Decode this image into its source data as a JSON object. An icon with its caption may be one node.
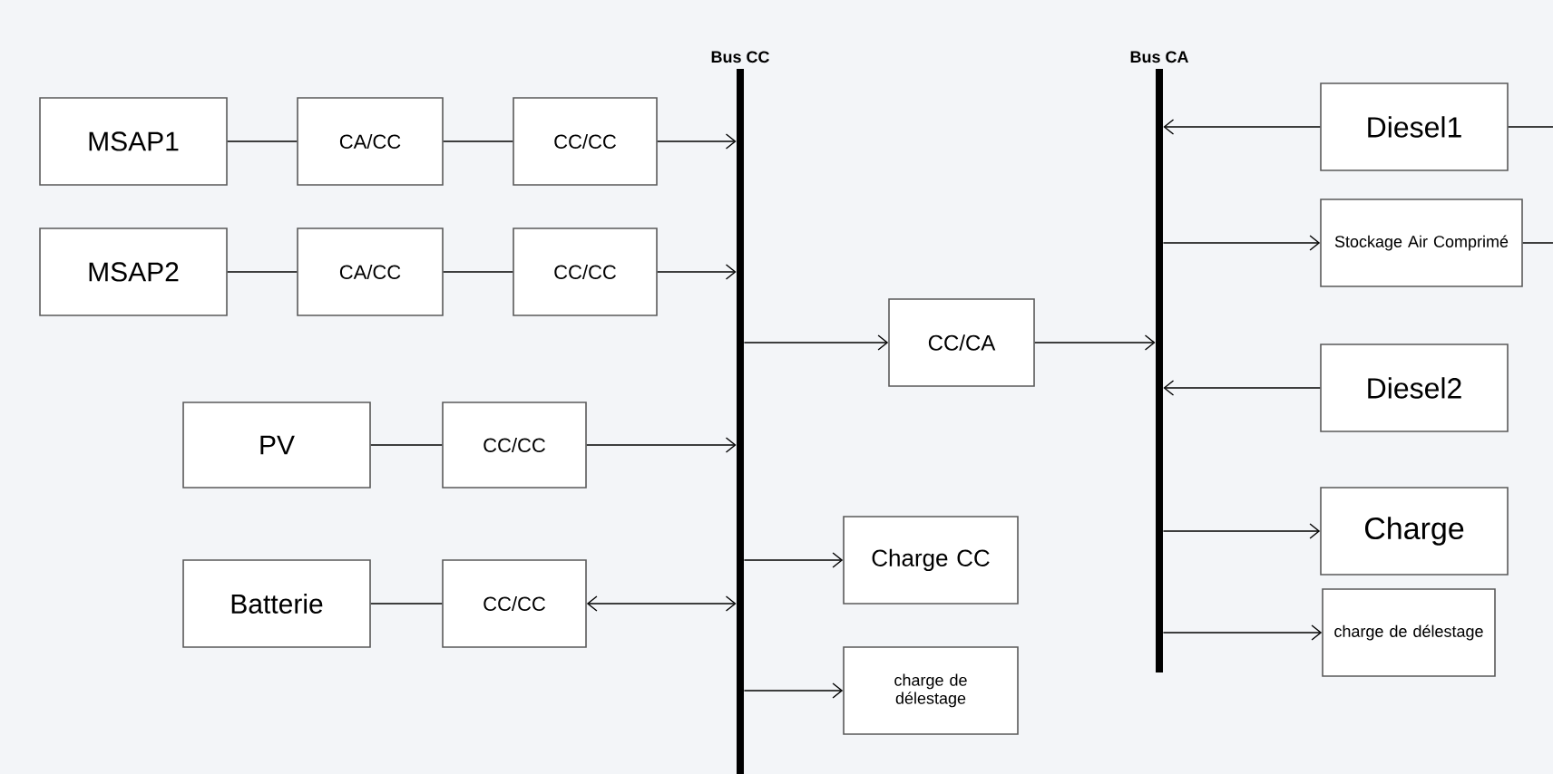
{
  "diagram": {
    "nodes": [
      {
        "text": [
          "Bus CC"
        ]
      },
      {
        "text": [
          "Bus CA"
        ]
      },
      {
        "text": [
          "MSAP1"
        ]
      },
      {
        "text": [
          "CA/CC"
        ]
      },
      {
        "text": [
          "CC/CC"
        ]
      },
      {
        "text": [
          "MSAP2"
        ]
      },
      {
        "text": [
          "CA/CC"
        ]
      },
      {
        "text": [
          "CC/CC"
        ]
      },
      {
        "text": [
          "PV"
        ]
      },
      {
        "text": [
          "CC/CC"
        ]
      },
      {
        "text": [
          "Batterie"
        ]
      },
      {
        "text": [
          "CC/CC"
        ]
      },
      {
        "text": [
          "CC/CA"
        ]
      },
      {
        "text": [
          "Charge CC"
        ]
      },
      {
        "text": [
          "charge de délestage"
        ]
      },
      {
        "text": [
          "Diesel1"
        ]
      },
      {
        "text": [
          "Stockage Air Comprimé"
        ]
      },
      {
        "text": [
          "Diesel2"
        ]
      },
      {
        "text": [
          "Charge"
        ]
      },
      {
        "text": [
          "charge de délestage"
        ]
      }
    ],
    "edges": [
      {
        "from": 2,
        "to": 3,
        "arrow": "none"
      },
      {
        "from": 3,
        "to": 4,
        "arrow": "none"
      },
      {
        "from": 4,
        "to": 0,
        "arrow": "to"
      },
      {
        "from": 5,
        "to": 6,
        "arrow": "none"
      },
      {
        "from": 6,
        "to": 7,
        "arrow": "none"
      },
      {
        "from": 7,
        "to": 0,
        "arrow": "to"
      },
      {
        "from": 8,
        "to": 9,
        "arrow": "none"
      },
      {
        "from": 9,
        "to": 0,
        "arrow": "to"
      },
      {
        "from": 10,
        "to": 11,
        "arrow": "none"
      },
      {
        "from": 11,
        "to": 0,
        "arrow": "both"
      },
      {
        "from": 0,
        "to": 12,
        "arrow": "to"
      },
      {
        "from": 12,
        "to": 1,
        "arrow": "to"
      },
      {
        "from": 0,
        "to": 13,
        "arrow": "to"
      },
      {
        "from": 0,
        "to": 14,
        "arrow": "to"
      },
      {
        "from": 15,
        "to": 1,
        "arrow": "to"
      },
      {
        "from": 1,
        "to": 16,
        "arrow": "to"
      },
      {
        "from": 17,
        "to": 1,
        "arrow": "to"
      },
      {
        "from": 1,
        "to": 18,
        "arrow": "to"
      },
      {
        "from": 1,
        "to": 19,
        "arrow": "to"
      },
      {
        "from": 15,
        "to": null,
        "arrow": "none"
      },
      {
        "from": 16,
        "to": null,
        "arrow": "none"
      }
    ]
  }
}
